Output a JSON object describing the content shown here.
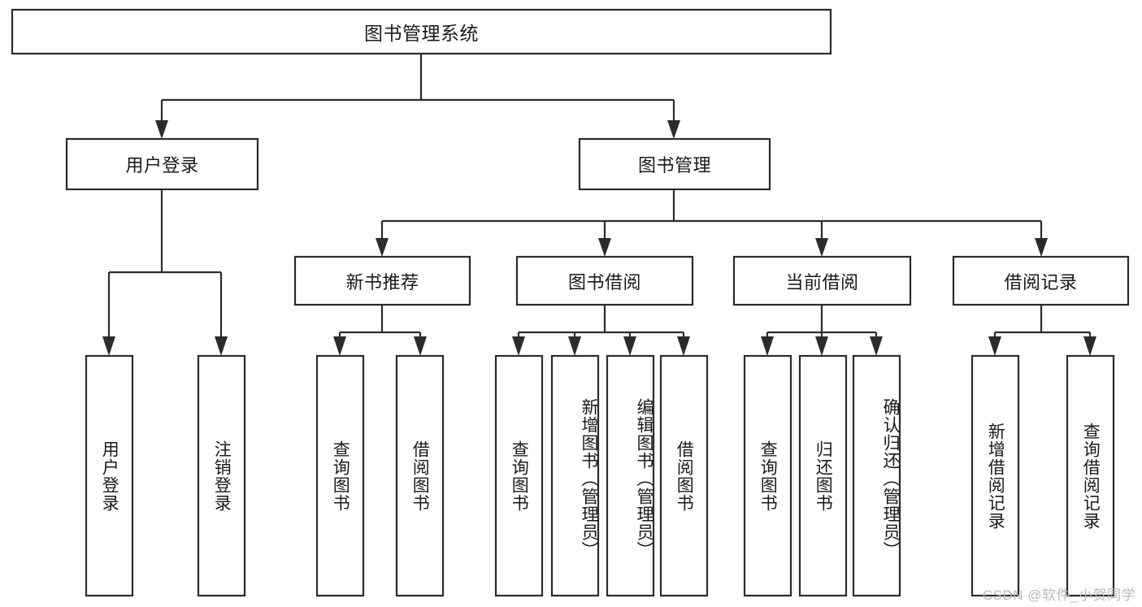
{
  "diagram": {
    "type": "tree-hierarchy-chart",
    "title": "图书管理系统",
    "watermark": "CSDN @软件_小贺同学",
    "levels": {
      "root": {
        "label": "图书管理系统"
      },
      "level2": [
        {
          "id": "user-login",
          "label": "用户登录"
        },
        {
          "id": "book-manage",
          "label": "图书管理"
        }
      ],
      "level3": [
        {
          "id": "new-book-recommend",
          "label": "新书推荐",
          "parent": "book-manage"
        },
        {
          "id": "book-borrow",
          "label": "图书借阅",
          "parent": "book-manage"
        },
        {
          "id": "current-borrow",
          "label": "当前借阅",
          "parent": "book-manage"
        },
        {
          "id": "borrow-record",
          "label": "借阅记录",
          "parent": "book-manage"
        }
      ],
      "leaves": [
        {
          "id": "leaf-user-login",
          "label": "用户登录",
          "parent": "user-login"
        },
        {
          "id": "leaf-user-logout",
          "label": "注销登录",
          "parent": "user-login"
        },
        {
          "id": "leaf-query-book-1",
          "label": "查询图书",
          "parent": "new-book-recommend"
        },
        {
          "id": "leaf-borrow-book-1",
          "label": "借阅图书",
          "parent": "new-book-recommend"
        },
        {
          "id": "leaf-query-book-2",
          "label": "查询图书",
          "parent": "book-borrow"
        },
        {
          "id": "leaf-add-book",
          "label": "新增图书（管理员）",
          "parent": "book-borrow"
        },
        {
          "id": "leaf-edit-book",
          "label": "编辑图书（管理员）",
          "parent": "book-borrow"
        },
        {
          "id": "leaf-borrow-book-2",
          "label": "借阅图书",
          "parent": "book-borrow"
        },
        {
          "id": "leaf-query-book-3",
          "label": "查询图书",
          "parent": "current-borrow"
        },
        {
          "id": "leaf-return-book",
          "label": "归还图书",
          "parent": "current-borrow"
        },
        {
          "id": "leaf-confirm-return",
          "label": "确认归还（管理员）",
          "parent": "current-borrow"
        },
        {
          "id": "leaf-add-record",
          "label": "新增借阅记录",
          "parent": "borrow-record"
        },
        {
          "id": "leaf-query-record",
          "label": "查询借阅记录",
          "parent": "borrow-record"
        }
      ]
    },
    "colors": {
      "background": "#ffffff",
      "box_fill": "#ffffff",
      "box_stroke": "#2b2b2b",
      "text": "#1a1a1a",
      "watermark": "#b9b9b9"
    }
  }
}
